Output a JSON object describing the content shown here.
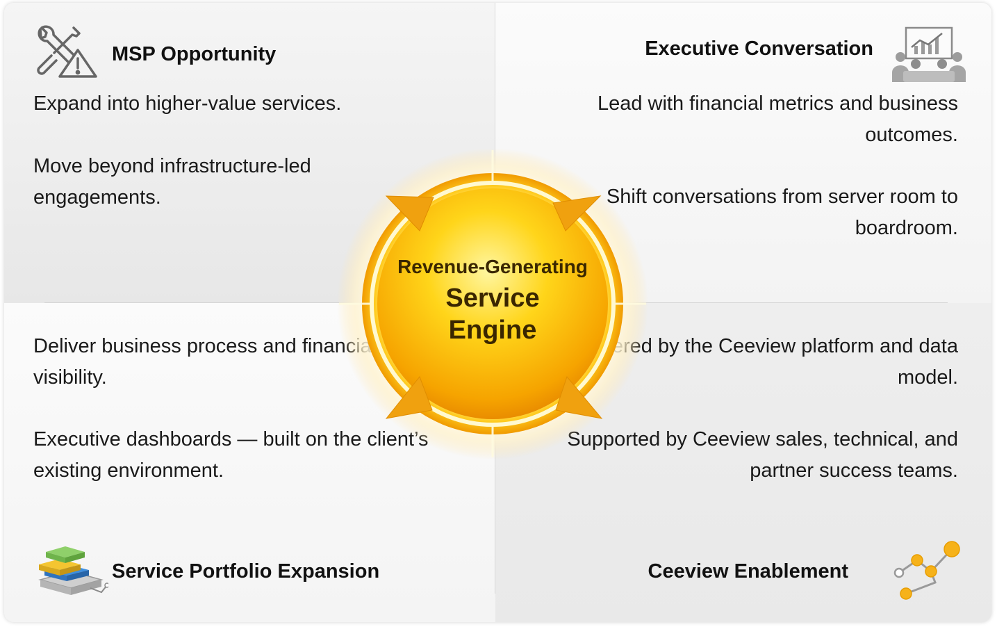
{
  "center": {
    "line1": "Revenue-Generating",
    "line2": "Service",
    "line3": "Engine"
  },
  "quadrants": {
    "top_left": {
      "title": "MSP Opportunity",
      "icon": "tools-warning-icon",
      "para1": "Expand into higher-value services.",
      "para2": "Move beyond infrastructure-led engagements."
    },
    "top_right": {
      "title": "Executive Conversation",
      "icon": "meeting-chart-icon",
      "para1": "Lead with financial metrics and business outcomes.",
      "para2": "Shift conversations from server room to boardroom."
    },
    "bottom_left": {
      "title": "Service Portfolio Expansion",
      "icon": "stacked-layers-icon",
      "para1": "Deliver business process and financial visibility.",
      "para2": "Executive dashboards — built on the client’s existing environment."
    },
    "bottom_right": {
      "title": "Ceeview Enablement",
      "icon": "network-path-icon",
      "para1": "Powered by the Ceeview platform and data model.",
      "para2": "Supported by Ceeview sales, technical, and partner success teams."
    }
  },
  "colors": {
    "engine_core": "#f5a800",
    "engine_glow": "#ffd54a",
    "text": "#111111"
  }
}
